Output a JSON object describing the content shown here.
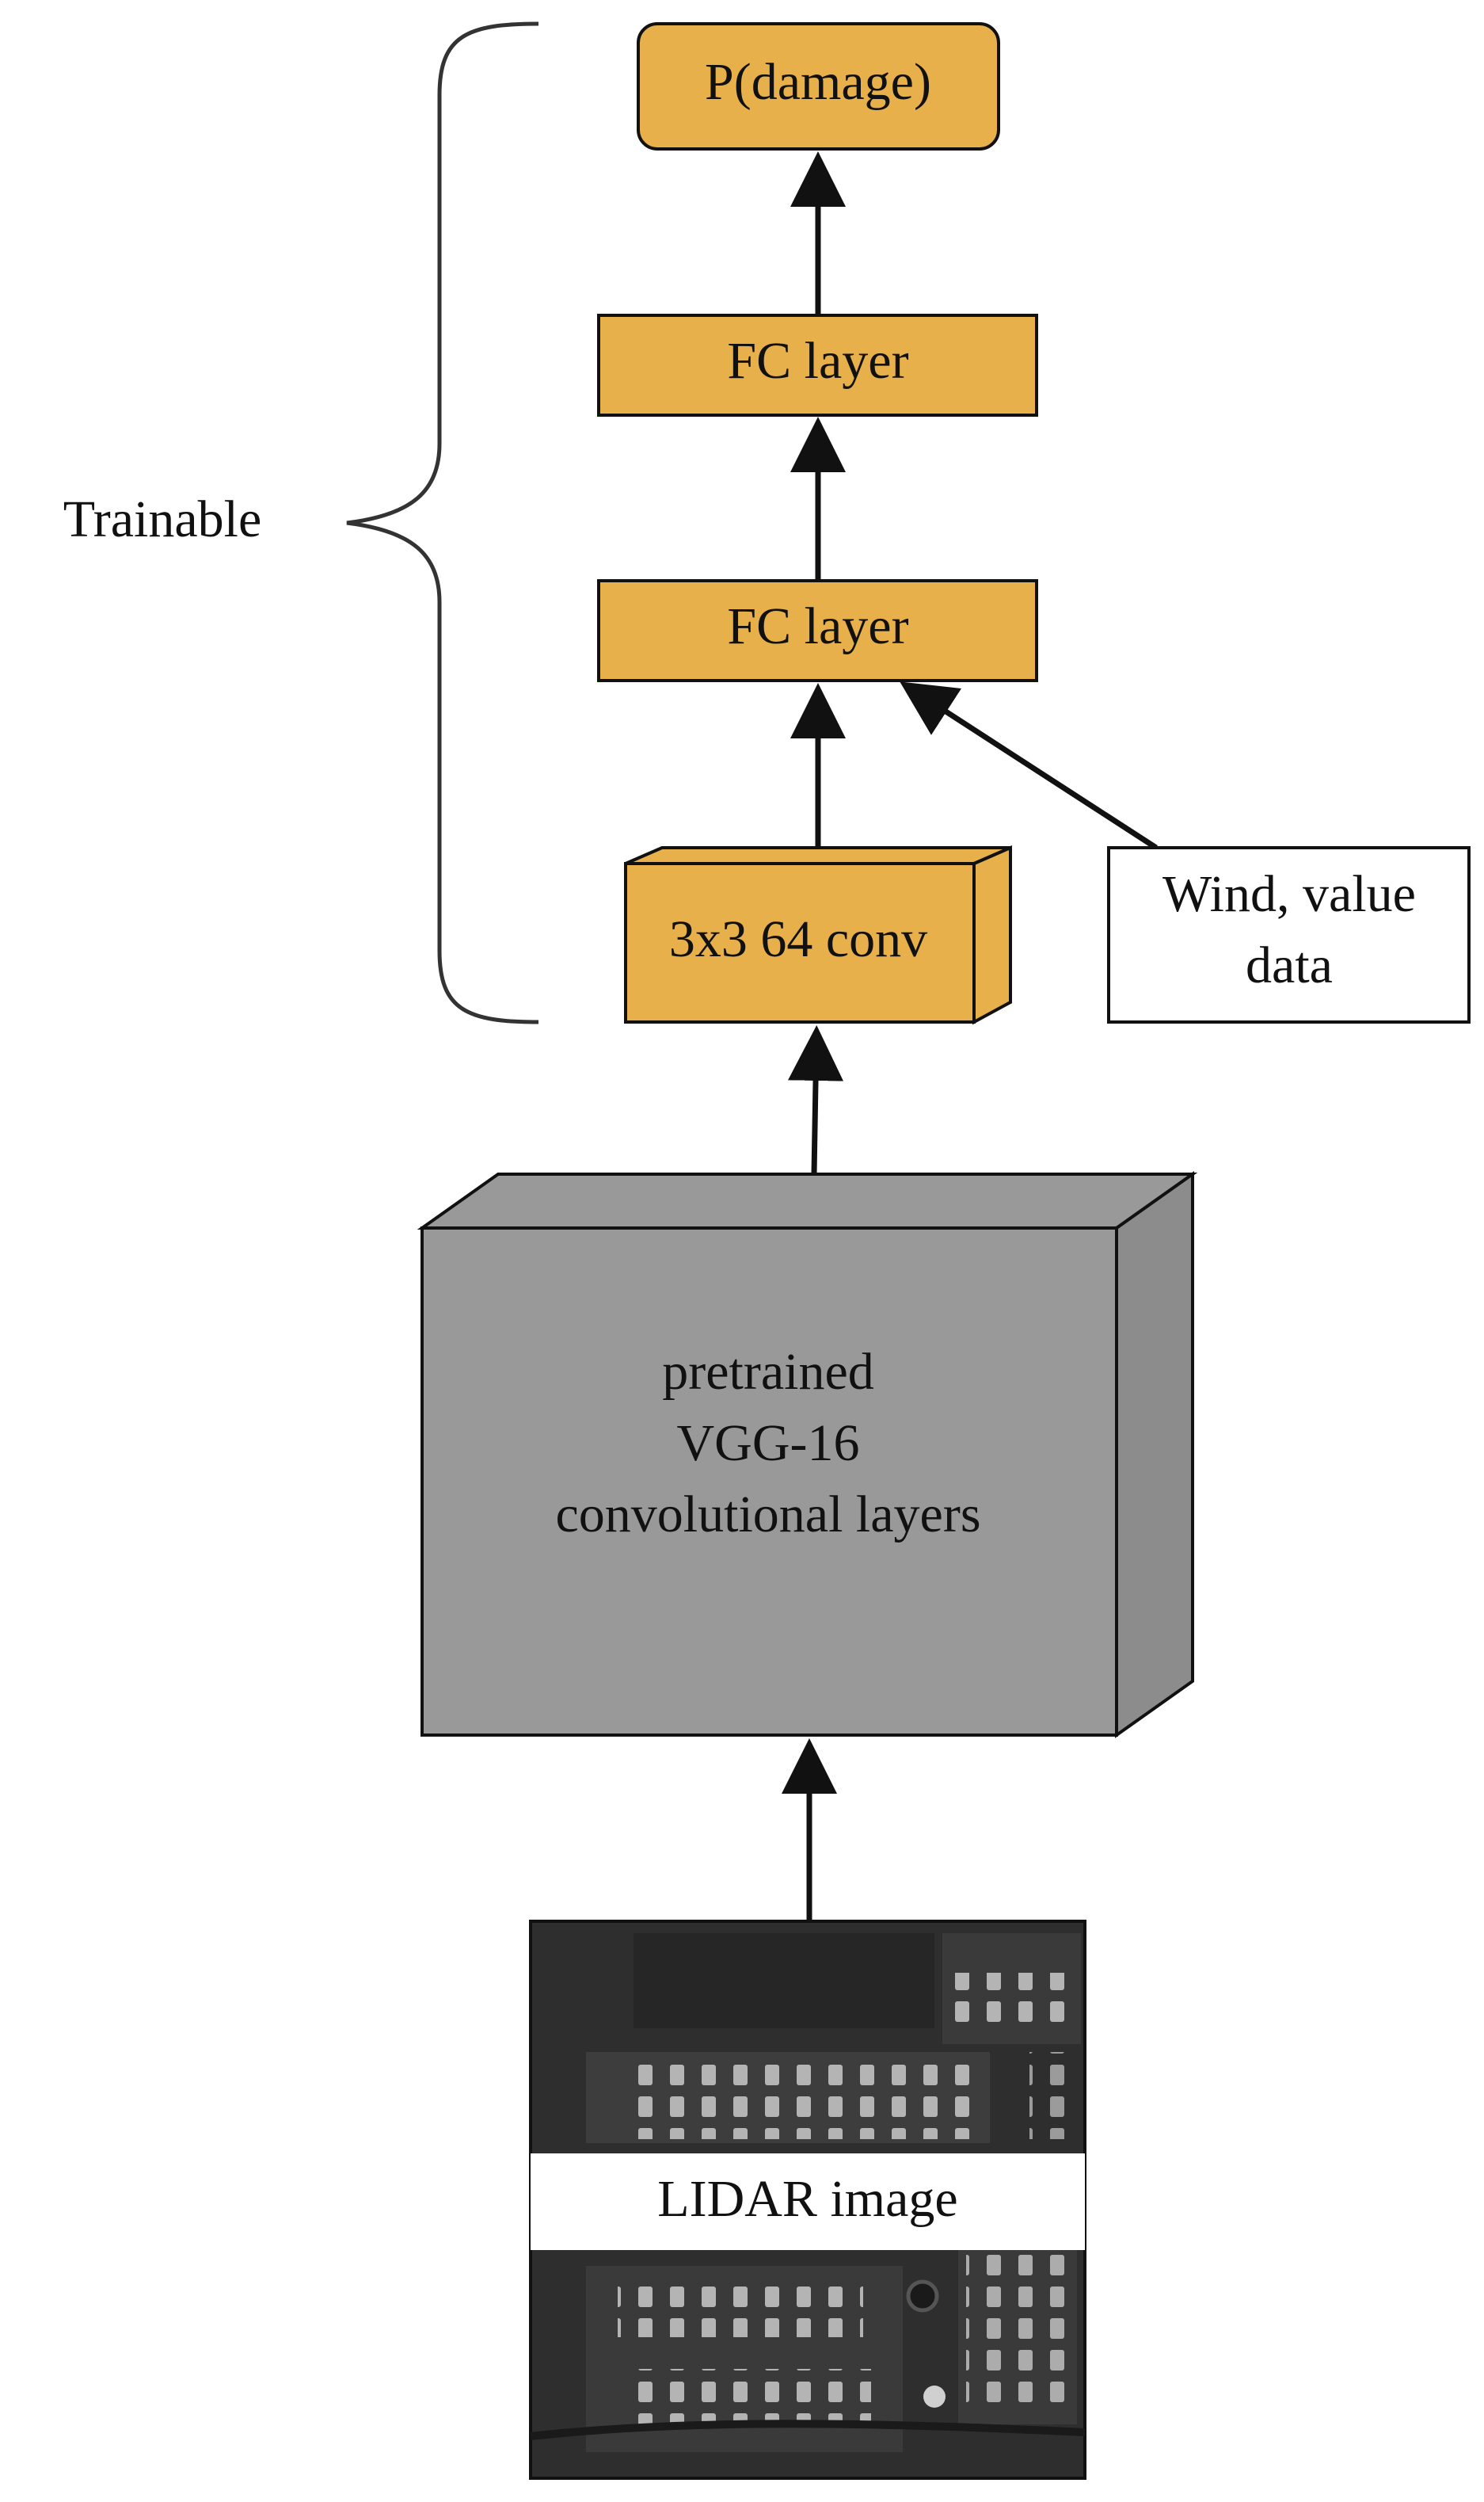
{
  "diagram": {
    "trainable_label": "Trainable",
    "output_node": "P(damage)",
    "fc_layer_top": "FC layer",
    "fc_layer_bottom": "FC layer",
    "conv_block": "3x3 64 conv",
    "side_input": {
      "line1": "Wind, value",
      "line2": "data"
    },
    "backbone": {
      "line1": "pretrained",
      "line2": "VGG-16",
      "line3": "convolutional layers"
    },
    "input_image_label": "LIDAR image"
  },
  "colors": {
    "trainable_fill": "#e8b04a",
    "backbone_fill": "#999999",
    "backbone_side": "#8c8c8c",
    "outline": "#111111",
    "image_background": "#2e2e2e",
    "image_highlight": "#d0d0d0"
  }
}
